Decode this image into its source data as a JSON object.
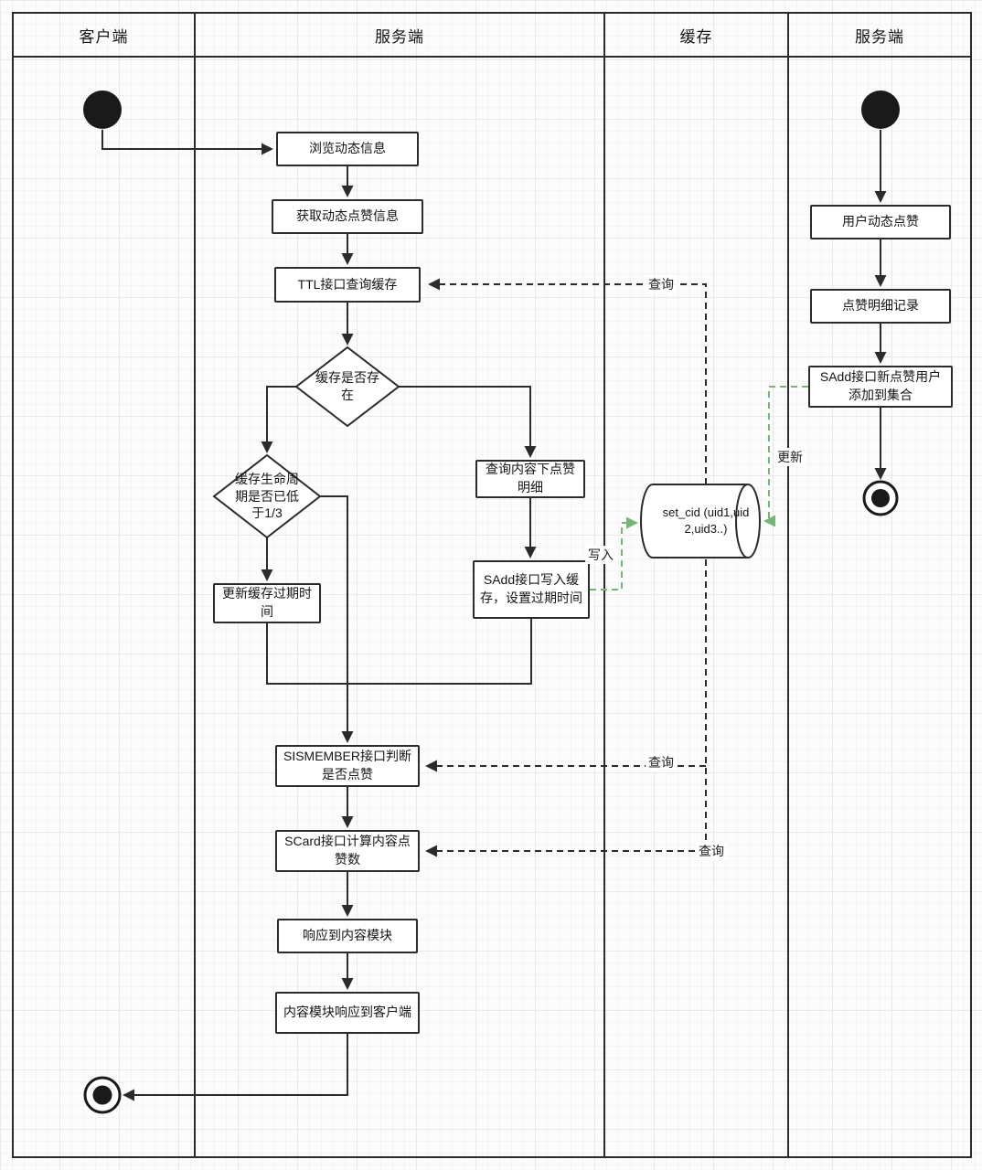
{
  "diagram": {
    "lanes": [
      {
        "title": "客户端"
      },
      {
        "title": "服务端"
      },
      {
        "title": "缓存"
      },
      {
        "title": "服务端"
      }
    ],
    "nodes": {
      "browse": "浏览动态信息",
      "get_like_info": "获取动态点赞信息",
      "ttl_query": "TTL接口查询缓存",
      "cache_exists": "缓存是否存在",
      "cache_lifetime": "缓存生命周期是否已低于1/3",
      "update_expire": "更新缓存过期时间",
      "query_like_detail": "查询内容下点赞明细",
      "sadd_write_cache": "SAdd接口写入缓存，设置过期时间",
      "sismember_check": "SISMEMBER接口判断是否点赞",
      "scard_count": "SCard接口计算内容点赞数",
      "respond_content": "响应到内容模块",
      "respond_client": "内容模块响应到客户端",
      "cache_set": "set_cid (uid1,uid2,uid3..)",
      "user_like": "用户动态点赞",
      "like_detail_record": "点赞明细记录",
      "sadd_new_user": "SAdd接口新点赞用户添加到集合"
    },
    "edge_labels": {
      "query_ttl": "查询",
      "query_sismember": "查询",
      "query_scard": "查询",
      "write_in": "写入",
      "update": "更新"
    },
    "colors": {
      "line": "#2b2b2b",
      "green_accent": "#76b577"
    }
  }
}
